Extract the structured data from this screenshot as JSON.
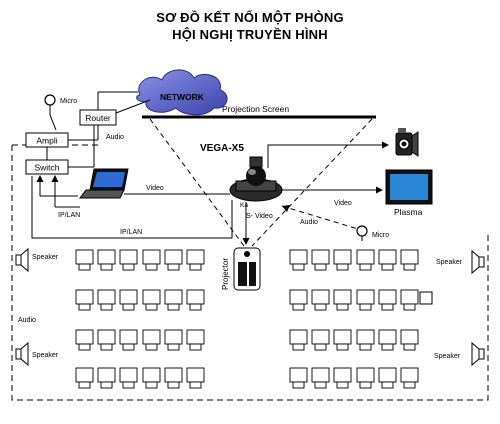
{
  "title": {
    "line1": "SƠ ĐỒ KẾT NỐI MỘT PHÒNG",
    "line2": "HỘI NGHỊ TRUYỀN HÌNH"
  },
  "devices": {
    "network": "NETWORK",
    "router": "Router",
    "ampli": "Ampli",
    "switch": "Switch",
    "micro_top": "Micro",
    "vega": "VEGA-X5",
    "plasma": "Plasma",
    "projector": "Projector",
    "projection_screen": "Projection Screen",
    "micro_bottom": "Micro"
  },
  "connections": {
    "audio_router": "Audio",
    "video_laptop": "Video",
    "ip_lan_1": "IP/LAN",
    "ip_lan_2": "IP/LAN",
    "video_plasma": "Video",
    "s_video": "S- Video",
    "audio_micro": "Audio",
    "audio_left": "Audio"
  },
  "speakers": {
    "top_left": "Speaker",
    "bottom_left": "Speaker",
    "top_right": "Speaker",
    "bottom_right": "Speaker"
  },
  "colors": {
    "line": "#000000",
    "network_cloud": "#5b63c8",
    "plasma_screen": "#2a86d6",
    "seat_fill": "#ffffff"
  }
}
